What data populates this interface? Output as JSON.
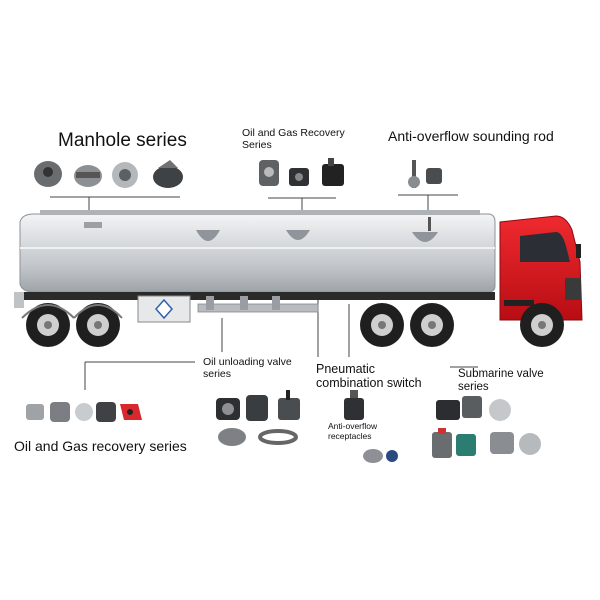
{
  "labels": {
    "manhole": "Manhole series",
    "oil_gas_top": "Oil and Gas Recovery Series",
    "anti_overflow_rod": "Anti-overflow sounding rod",
    "oil_unloading": "Oil unloading valve series",
    "pneumatic": "Pneumatic combination switch",
    "anti_overflow_receptacles": "Anti-overflow receptacles",
    "submarine": "Submarine valve series",
    "oil_gas_bottom": "Oil and Gas recovery series"
  },
  "colors": {
    "tank": "#d4d7da",
    "cab_red": "#d8141c",
    "wheel": "#1f1f1f",
    "rim": "#cfcfcf",
    "line": "#444444"
  },
  "icons": {
    "manhole": [
      "manhole-lid-icon",
      "manhole-cover-icon",
      "manhole-vent-icon",
      "manhole-hatch-icon"
    ],
    "oil_gas_top": [
      "vapor-valve-icon",
      "vapor-adapter-icon",
      "vapor-coupler-icon"
    ],
    "rod": [
      "sounding-rod-icon"
    ],
    "oil_gas_bottom": [
      "adapter-icon",
      "coupler-icon",
      "cap-icon",
      "dust-cap-icon",
      "red-cap-icon"
    ],
    "unloading": [
      "api-valve-icon",
      "valve-body-icon",
      "lever-valve-icon",
      "gravity-coupler-icon",
      "hose-ring-icon"
    ],
    "receptacles": [
      "overflow-socket-icon",
      "cable-plug-icon",
      "sensor-icon"
    ],
    "submarine": [
      "submarine-valve-icon",
      "emergency-valve-icon",
      "pneumatic-valve-icon",
      "bottom-valve-icon",
      "air-valve-icon",
      "actuator-icon"
    ]
  }
}
